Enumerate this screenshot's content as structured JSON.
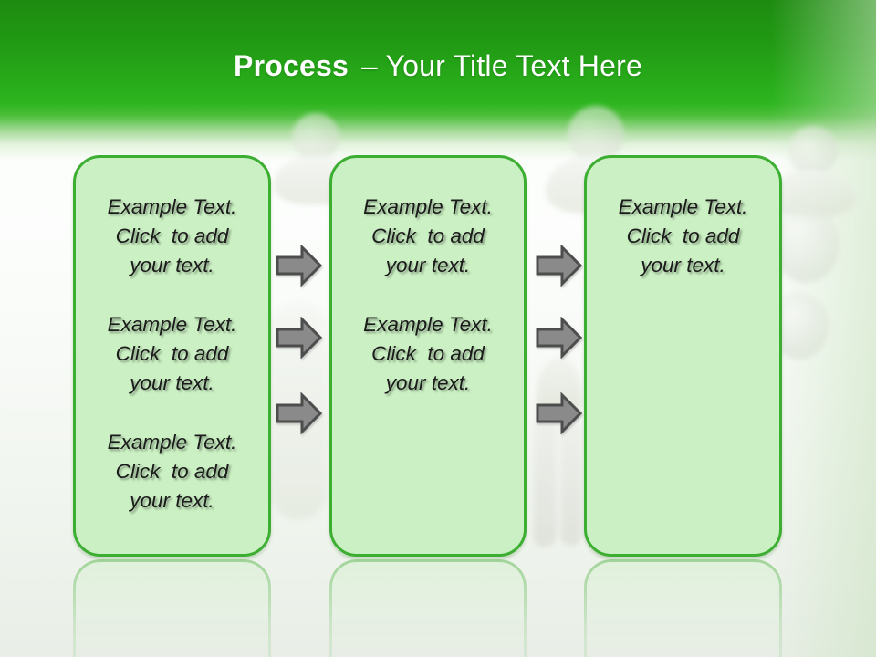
{
  "title": {
    "prefix": "Process",
    "rest": "– Your Title Text Here"
  },
  "boxes": [
    {
      "blocks": [
        {
          "lines": [
            "Example Text.",
            "Click  to add",
            "your text."
          ]
        },
        {
          "lines": [
            "Example Text.",
            "Click  to add",
            "your text."
          ]
        },
        {
          "lines": [
            "Example Text.",
            "Click  to add",
            "your text."
          ]
        }
      ]
    },
    {
      "blocks": [
        {
          "lines": [
            "Example Text.",
            "Click  to add",
            "your text."
          ]
        },
        {
          "lines": [
            "Example Text.",
            "Click  to add",
            "your text."
          ]
        }
      ]
    },
    {
      "blocks": [
        {
          "lines": [
            "Example Text.",
            "Click  to add",
            "your text."
          ]
        }
      ]
    }
  ],
  "colors": {
    "band_green_dark": "#1e8b11",
    "band_green_bright": "#2db51f",
    "box_fill": "#cbf0c3",
    "box_border": "#3cae31",
    "arrow_fill": "#8a8a8a",
    "arrow_outline": "#4d4d4d",
    "title_text": "#ffffff",
    "body_text": "#1b1b1b"
  }
}
